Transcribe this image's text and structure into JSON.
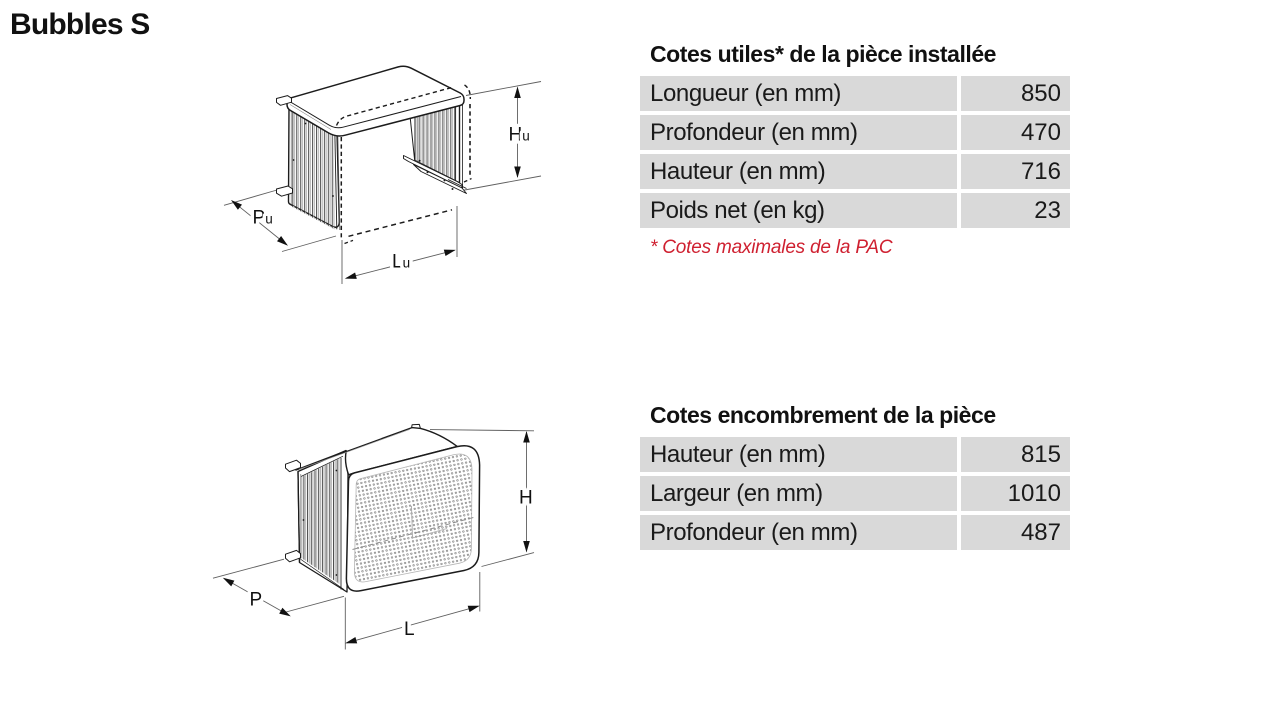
{
  "page": {
    "title": "Bubbles S"
  },
  "drawing1": {
    "labels": {
      "h": "H",
      "h_sub": "u",
      "p": "P",
      "p_sub": "u",
      "l": "L",
      "l_sub": "u"
    }
  },
  "drawing2": {
    "labels": {
      "h": "H",
      "p": "P",
      "l": "L"
    }
  },
  "table1": {
    "title": "Cotes utiles* de la pièce installée",
    "rows": [
      {
        "label": "Longueur (en mm)",
        "value": "850"
      },
      {
        "label": "Profondeur (en mm)",
        "value": "470"
      },
      {
        "label": "Hauteur (en mm)",
        "value": "716"
      },
      {
        "label": "Poids net (en kg)",
        "value": "23"
      }
    ],
    "note": "* Cotes maximales de la PAC"
  },
  "table2": {
    "title": "Cotes encombrement de la pièce",
    "rows": [
      {
        "label": "Hauteur (en mm)",
        "value": "815"
      },
      {
        "label": "Largeur (en mm)",
        "value": "1010"
      },
      {
        "label": "Profondeur (en mm)",
        "value": "487"
      }
    ]
  },
  "colors": {
    "row_bg": "#d9d9d9",
    "text": "#1a1a1a",
    "note_red": "#cf2030",
    "line": "#1c1c1c"
  }
}
